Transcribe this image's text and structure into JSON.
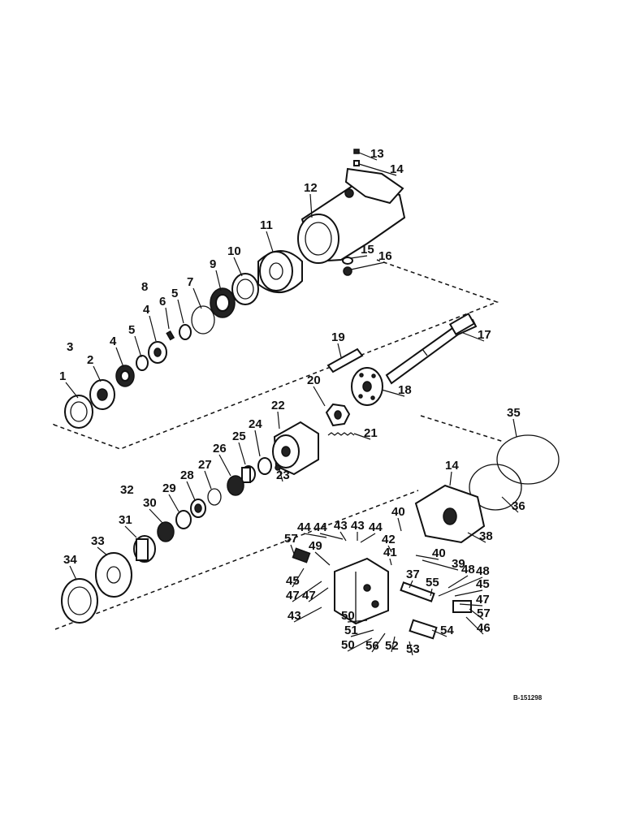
{
  "drawing_code": "B-151298",
  "callouts": [
    "1",
    "2",
    "3",
    "4",
    "5",
    "6",
    "7",
    "8",
    "9",
    "10",
    "11",
    "12",
    "13",
    "14",
    "15",
    "16",
    "17",
    "18",
    "19",
    "20",
    "21",
    "22",
    "23",
    "24",
    "25",
    "26",
    "27",
    "28",
    "29",
    "30",
    "31",
    "32",
    "33",
    "34",
    "35",
    "36",
    "37",
    "38",
    "39",
    "40",
    "41",
    "42",
    "43",
    "44",
    "45",
    "46",
    "47",
    "48",
    "49",
    "50",
    "51",
    "52",
    "53",
    "54",
    "55",
    "56",
    "57"
  ]
}
